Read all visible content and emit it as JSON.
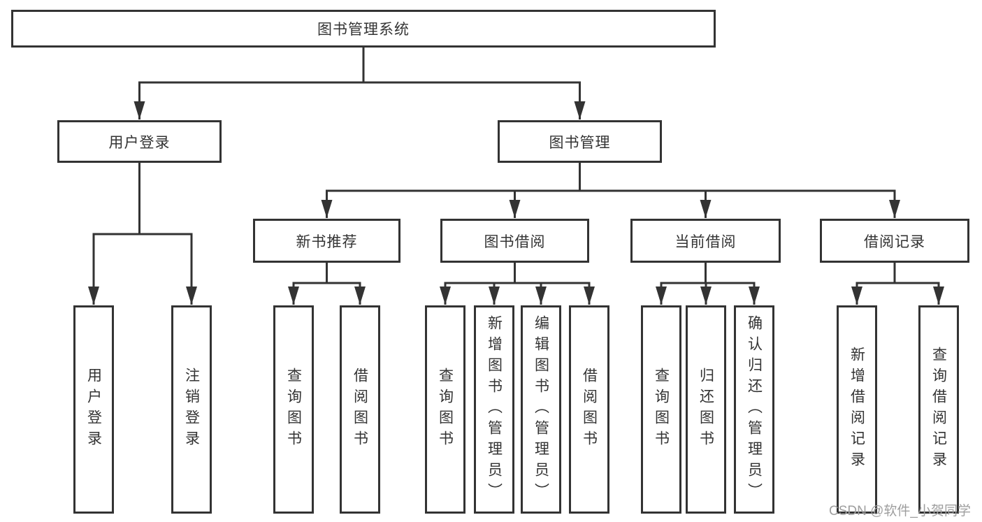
{
  "diagram": {
    "title": "图书管理系统",
    "line_color": "#333333",
    "nodes": {
      "root": "图书管理系统",
      "level1": [
        "用户登录",
        "图书管理"
      ],
      "level2": [
        "新书推荐",
        "图书借阅",
        "当前借阅",
        "借阅记录"
      ],
      "leaves": {
        "user": [
          "用户登录",
          "注销登录"
        ],
        "recommend": [
          "查询图书",
          "借阅图书"
        ],
        "borrow": [
          "查询图书",
          "新增图书（管理员）",
          "编辑图书（管理员）",
          "借阅图书"
        ],
        "current": [
          "查询图书",
          "归还图书",
          "确认归还（管理员）"
        ],
        "record": [
          "新增借阅记录",
          "查询借阅记录"
        ]
      }
    }
  },
  "watermark": {
    "text": "CSDN @软件_小贺同学",
    "color": "#9e9e9e"
  }
}
